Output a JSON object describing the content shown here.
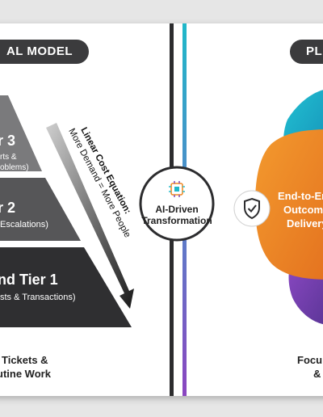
{
  "left_header": "AL MODEL",
  "right_header": "PL",
  "tiers": [
    {
      "title": "r 3",
      "sub1": "rts &",
      "sub2": "oblems)"
    },
    {
      "title": "r 2",
      "sub1": "Escalations)"
    },
    {
      "title": "nd Tier 1",
      "sub1": "sts & Transactions)"
    }
  ],
  "cost_equation": {
    "title": "Linear Cost Equation:",
    "body": "More Demand = More People"
  },
  "center": {
    "line1": "AI-Driven",
    "line2": "Transformation",
    "icon": "ai-chip-icon"
  },
  "left_bottom": {
    "line1": "Tickets &",
    "line2": "utine Work"
  },
  "right_petal": {
    "line1": "End-to-En",
    "line2": "Outcome",
    "line3": "Delivery",
    "icon": "shield-check-icon"
  },
  "right_bottom": {
    "line1": "Focu",
    "line2": "&"
  },
  "colors": {
    "tier3": "#7a7a7c",
    "tier2": "#565658",
    "tier1": "#2f2f31",
    "orange": "#f08a24",
    "teal": "#1fb8c9",
    "purple": "#7b3fb0",
    "dark_line": "#2c2c2e"
  }
}
